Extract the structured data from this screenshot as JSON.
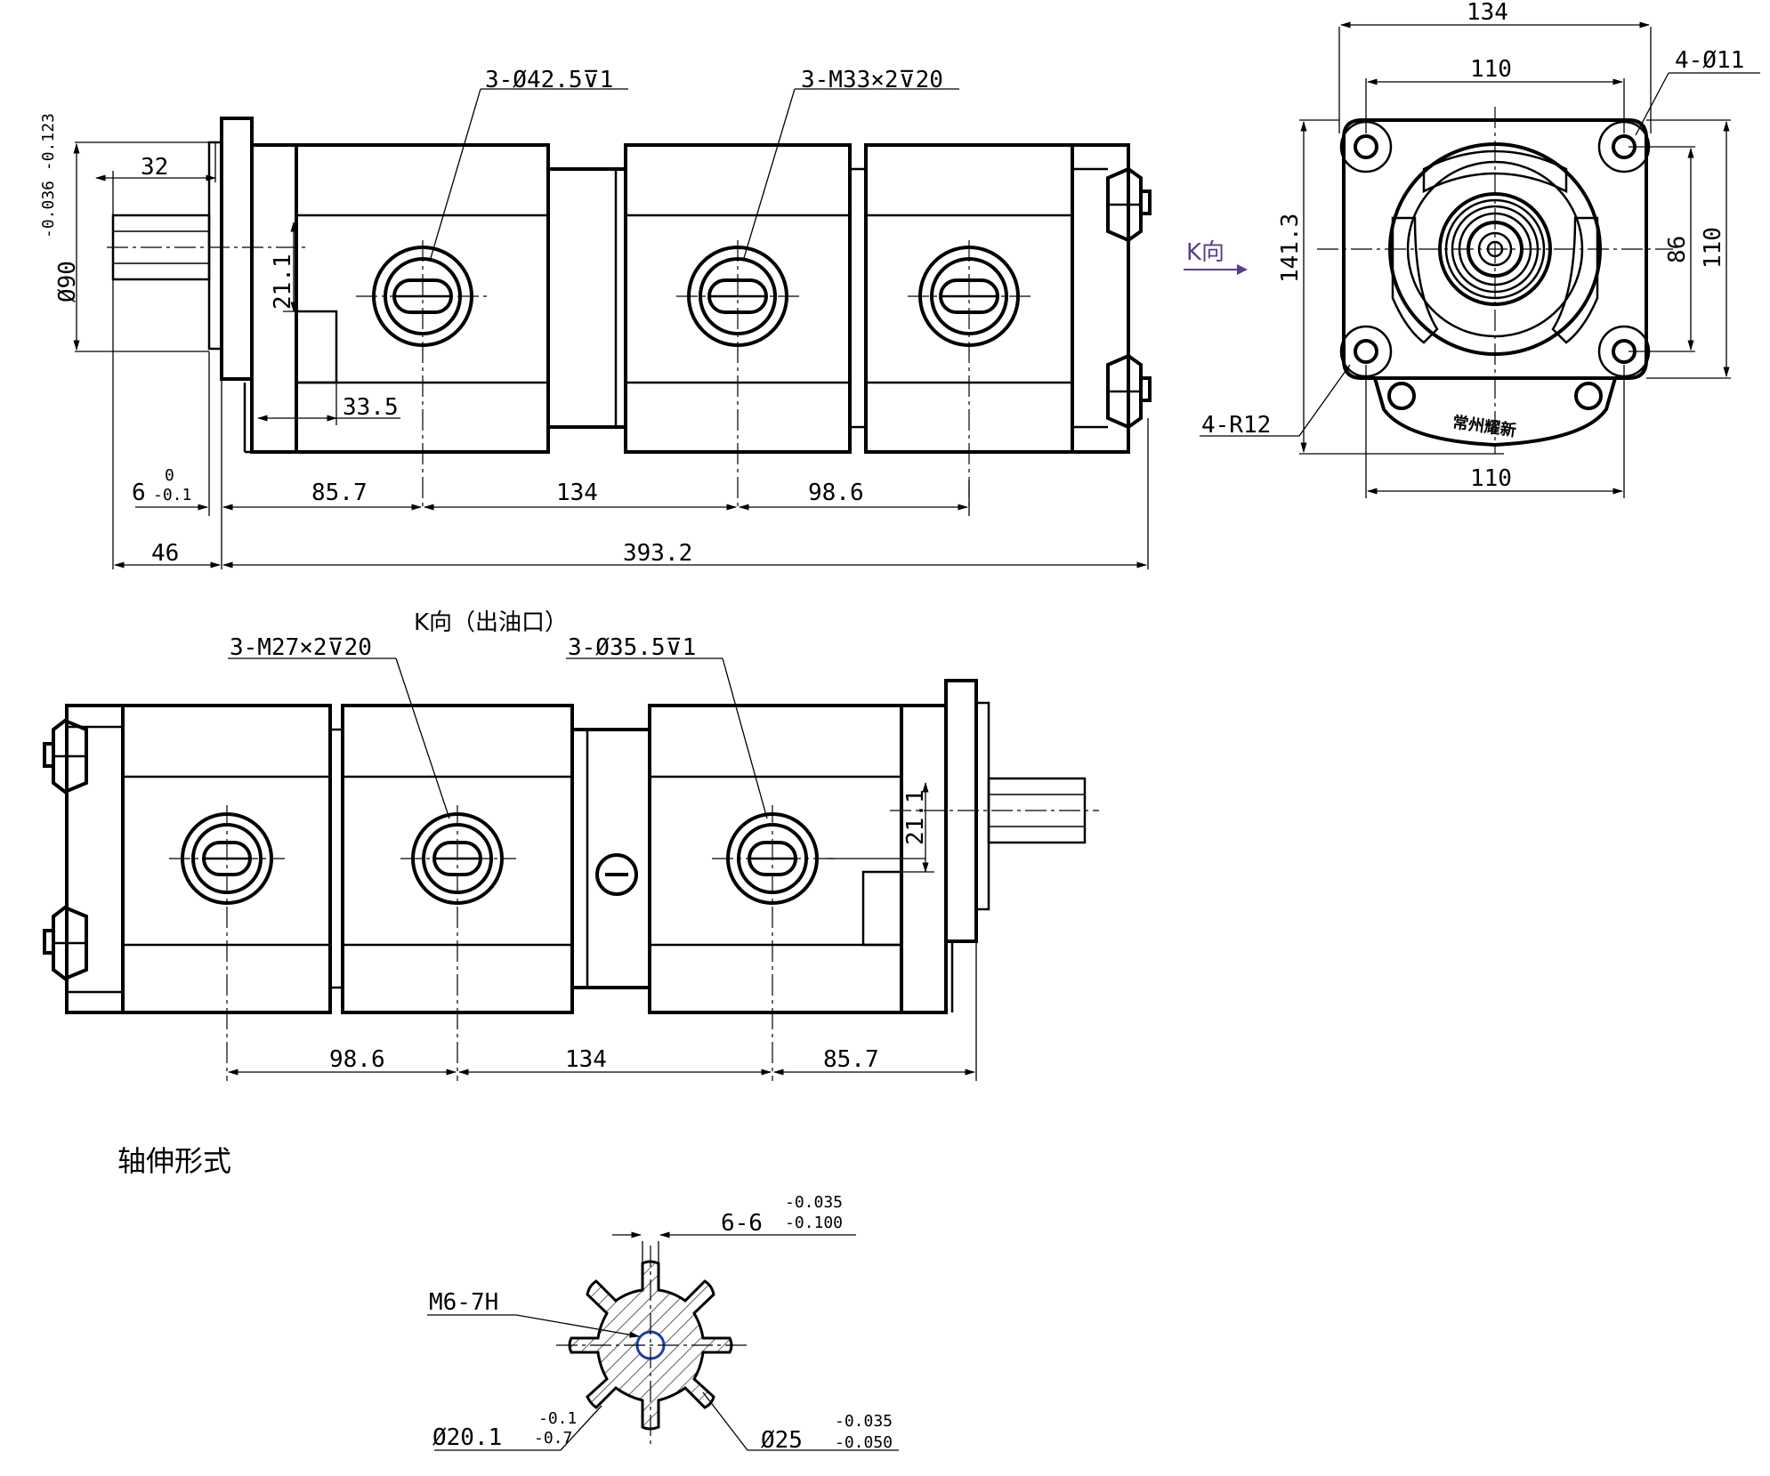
{
  "top_view": {
    "callouts": {
      "inlet_port": "3-Ø42.5⊽1",
      "thread_port": "3-M33×2⊽20"
    },
    "dims": {
      "d32": "32",
      "d90": "Ø90",
      "d90_tol": "-0.036  -0.123",
      "d21_1": "21.1",
      "d33_5": "33.5",
      "d6": "6",
      "d6_tol_upper": "0",
      "d6_tol_lower": "-0.1",
      "d85_7": "85.7",
      "d134": "134",
      "d98_6": "98.6",
      "d46": "46",
      "d393_2": "393.2"
    }
  },
  "k_view_label": "K向",
  "end_view": {
    "dims": {
      "w134": "134",
      "w110_top": "110",
      "holes": "4-Ø11",
      "h141_3": "141.3",
      "h86": "86",
      "h110": "110",
      "radius": "4-R12",
      "w110_bottom": "110"
    },
    "nameplate": "常州耀新"
  },
  "bottom_view": {
    "title": "K向（出油口）",
    "callouts": {
      "thread_port": "3-M27×2⊽20",
      "outlet_port": "3-Ø35.5⊽1"
    },
    "dims": {
      "d21_1": "21.1",
      "d98_6": "98.6",
      "d134": "134",
      "d85_7": "85.7"
    }
  },
  "shaft": {
    "title": "轴伸形式",
    "spline": "6-6",
    "spline_tol_upper": "-0.035",
    "spline_tol_lower": "-0.100",
    "thread": "M6-7H",
    "minor_dia": "Ø20.1",
    "minor_tol_upper": "-0.1",
    "minor_tol_lower": "-0.7",
    "major_dia": "Ø25",
    "major_tol_upper": "-0.035",
    "major_tol_lower": "-0.050"
  }
}
